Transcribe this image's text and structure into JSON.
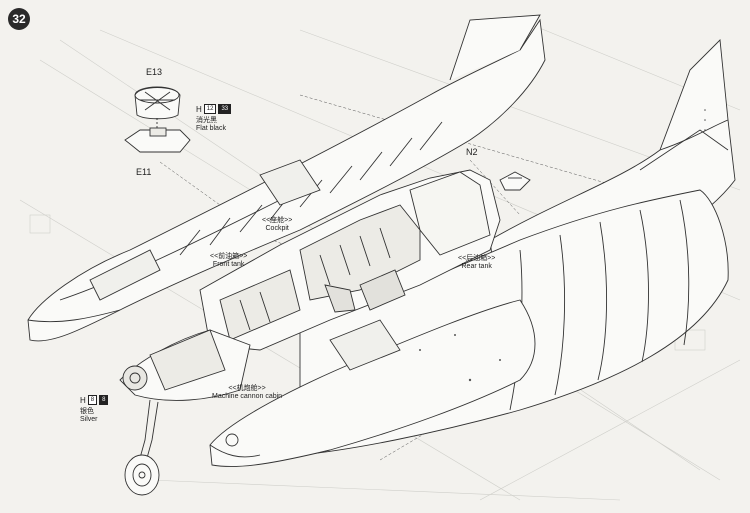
{
  "step_number": "32",
  "parts": {
    "e13": "E13",
    "e11": "E11",
    "n2": "N2"
  },
  "paints": [
    {
      "code": "H",
      "num1": "12",
      "num2": "33",
      "zh": "消光黑",
      "en": "Flat black"
    },
    {
      "code": "H",
      "num1": "8",
      "num2": "8",
      "zh": "银色",
      "en": "Silver"
    }
  ],
  "labels": {
    "cockpit_zh": "<<座舱>>",
    "cockpit_en": "Cockpit",
    "front_tank_zh": "<<前油箱>>",
    "front_tank_en": "Front tank",
    "rear_tank_zh": "<<后油箱>>",
    "rear_tank_en": "Rear tank",
    "cannon_zh": "<<机炮舱>>",
    "cannon_en": "Machine cannon cabin"
  },
  "colors": {
    "paper": "#f3f2ee",
    "line": "#333333",
    "ghost": "#c9c9c4"
  }
}
